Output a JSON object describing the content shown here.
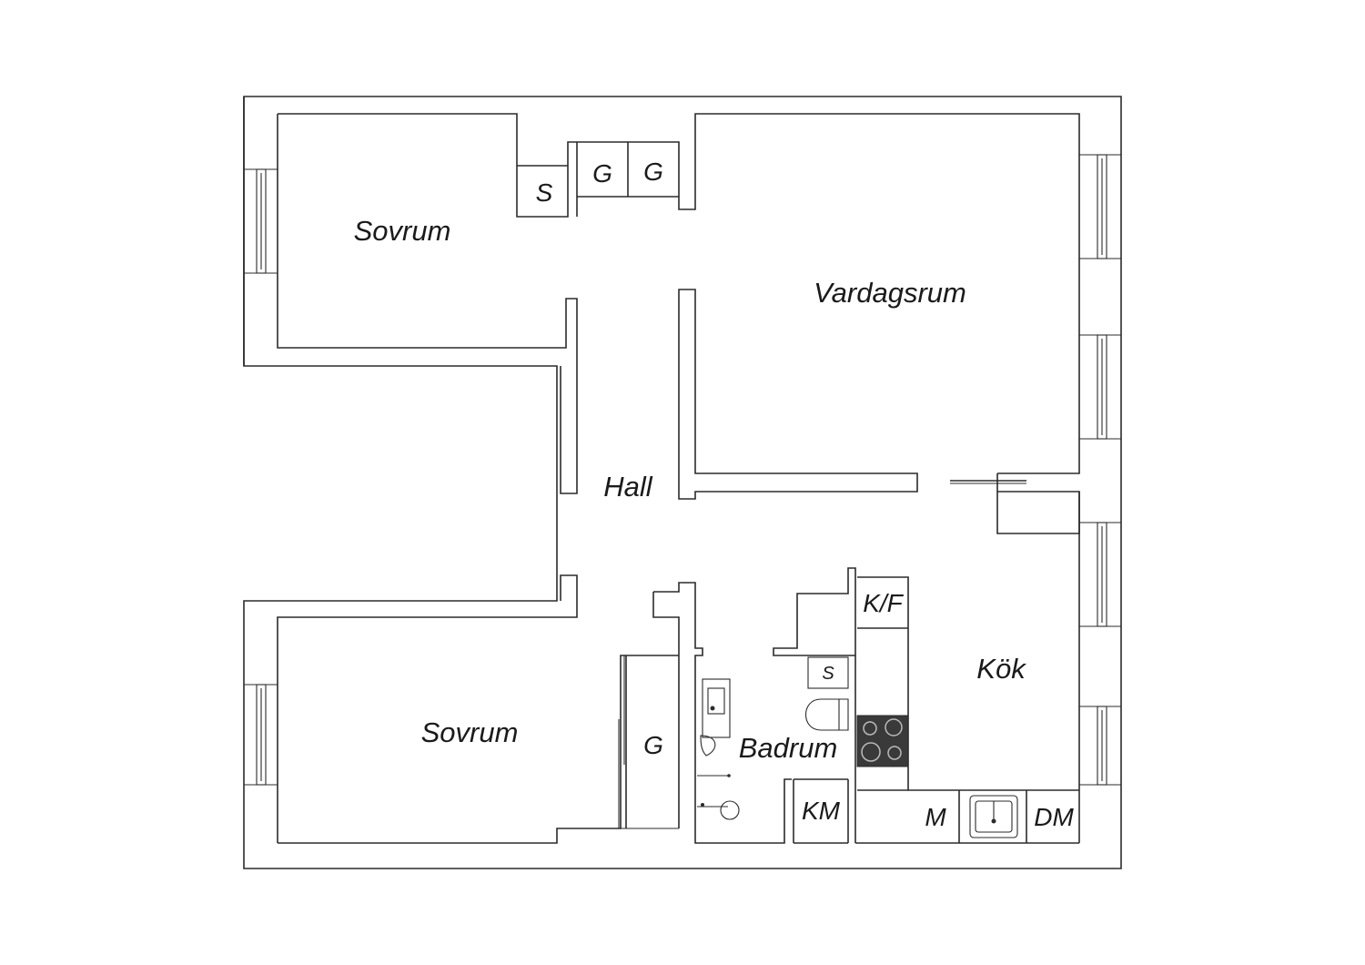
{
  "rooms": {
    "sovrum_top": "Sovrum",
    "vardagsrum": "Vardagsrum",
    "hall": "Hall",
    "sovrum_bottom": "Sovrum",
    "badrum": "Badrum",
    "kok": "Kök"
  },
  "fixtures": {
    "s_top": "S",
    "g_top_1": "G",
    "g_top_2": "G",
    "g_bottom": "G",
    "kf": "K/F",
    "s_bath": "S",
    "km": "KM",
    "m": "M",
    "dm": "DM"
  },
  "colors": {
    "wall": "#2b2b2b",
    "stove": "#3a3a3a"
  }
}
